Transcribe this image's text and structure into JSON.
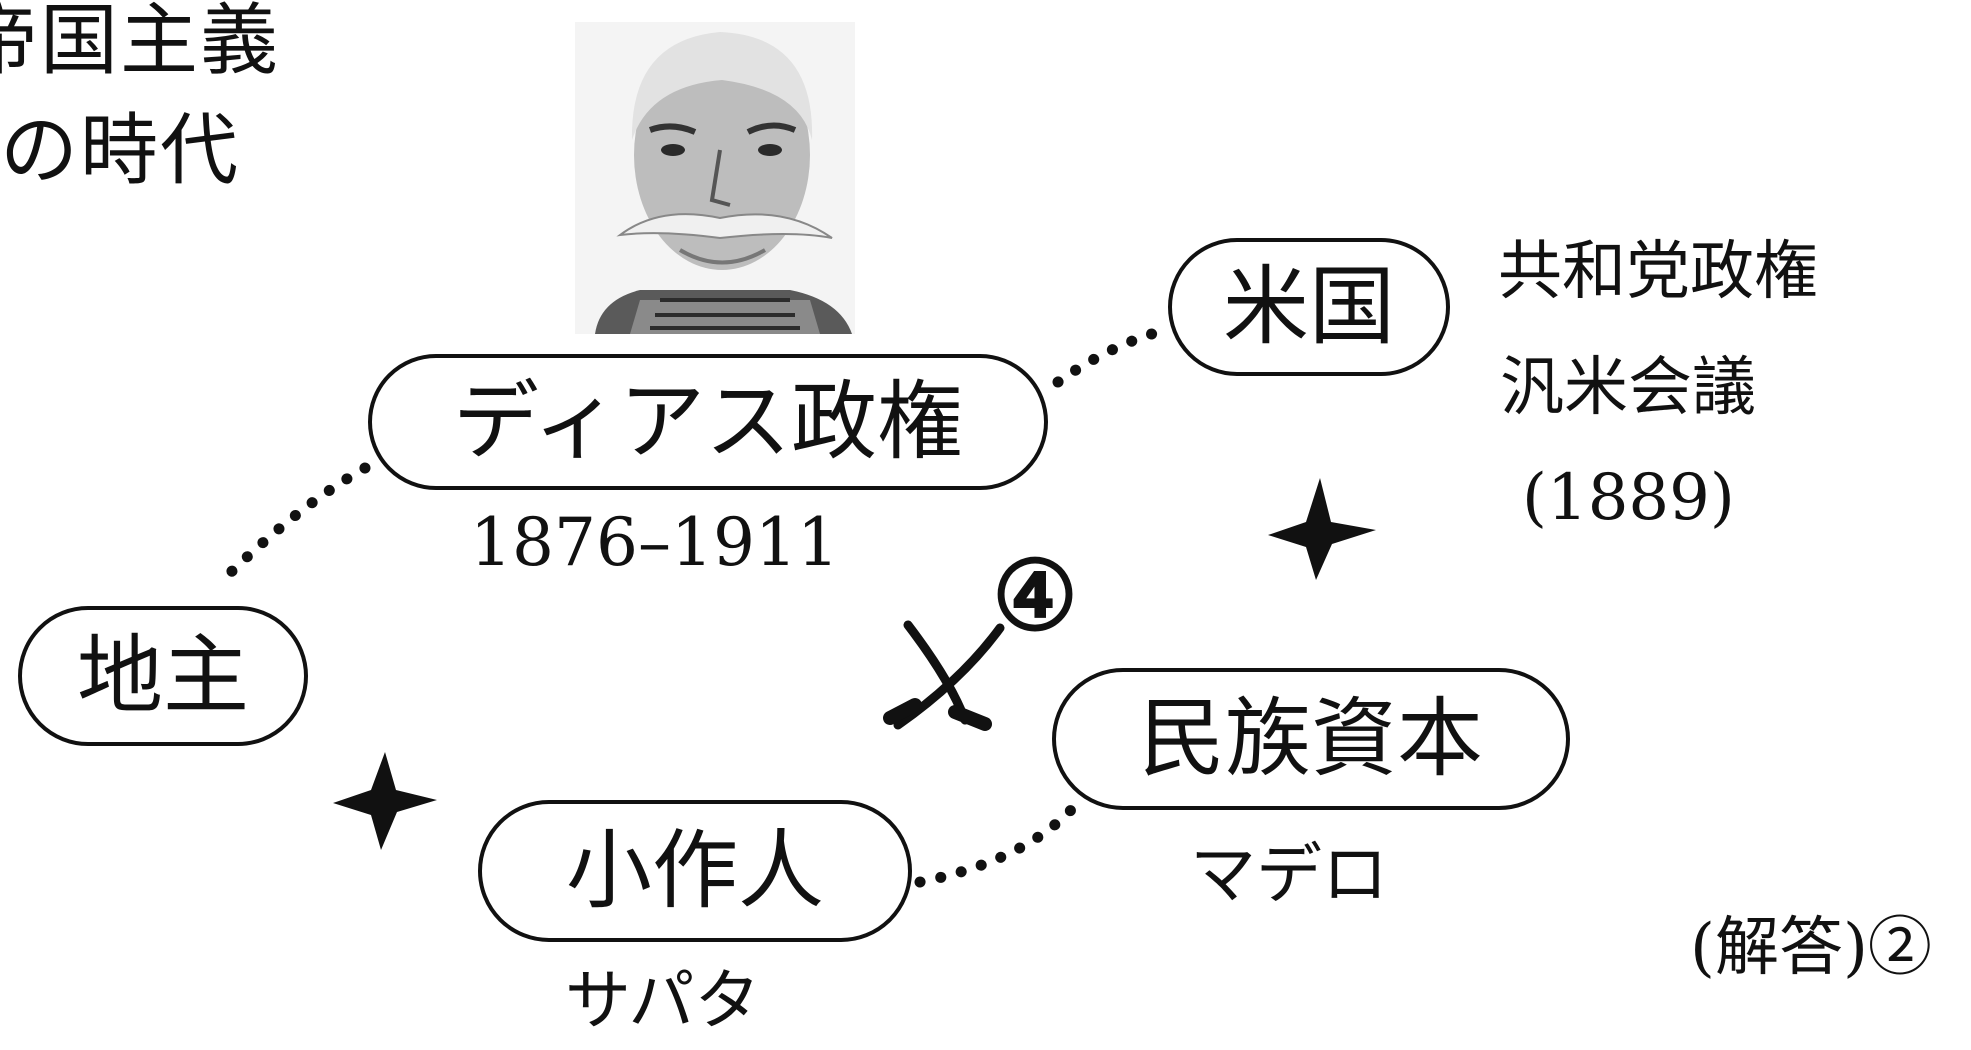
{
  "title": {
    "line1": "帝国主義",
    "line2": "の時代"
  },
  "nodes": {
    "diaz": {
      "label": "ディアス政権",
      "period": "1876–1911"
    },
    "usa": {
      "label": "米国"
    },
    "landlord": {
      "label": "地主"
    },
    "tenant": {
      "label": "小作人",
      "leader": "サパタ"
    },
    "national_capital": {
      "label": "民族資本",
      "leader": "マデロ"
    }
  },
  "usa_notes": {
    "line1": "共和党政権",
    "line2": "汎米会議",
    "line3": "(1889)"
  },
  "marker": "④",
  "answer": "(解答)②",
  "icons": [
    "portrait-image",
    "conflict-star-icon",
    "crossed-swords-icon"
  ]
}
